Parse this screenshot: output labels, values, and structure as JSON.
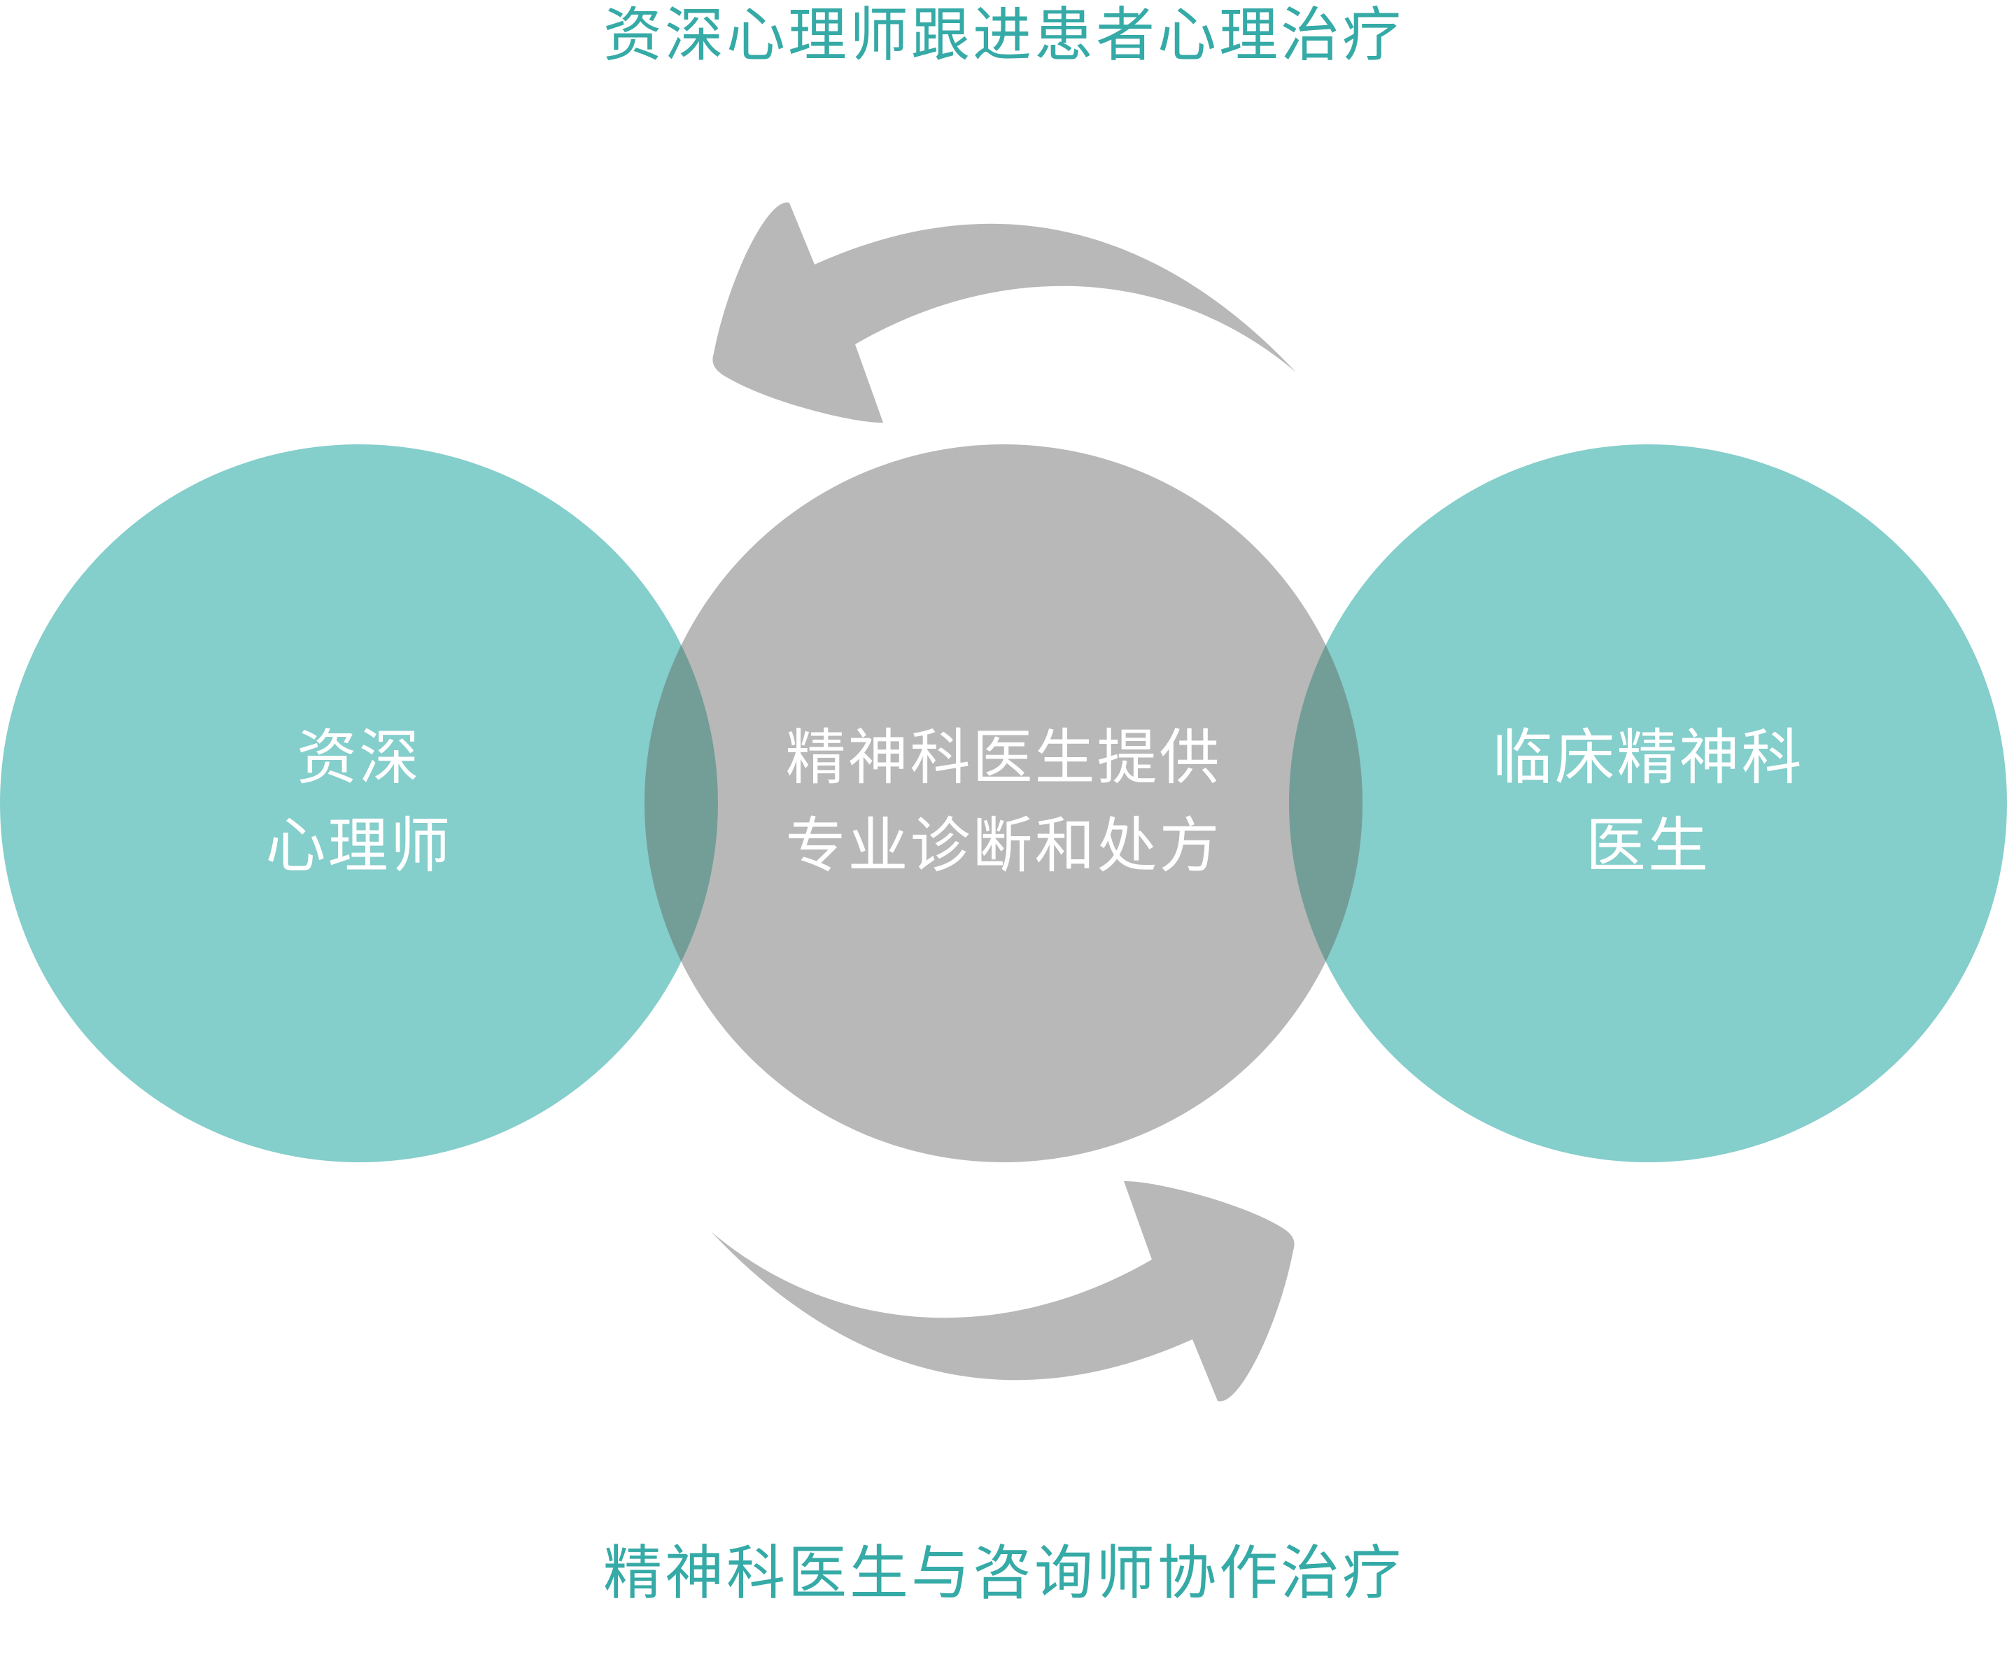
{
  "colors": {
    "teal": "#84cecb",
    "gray": "#b8b8b8",
    "overlap": "#739e97",
    "caption_text": "#35aaa6",
    "circle_text": "#ffffff"
  },
  "captions": {
    "top": "资深心理师跟进患者心理治疗",
    "bottom": "精神科医生与咨询师协作治疗"
  },
  "circles": {
    "left": {
      "line1": "资深",
      "line2": "心理师"
    },
    "center": {
      "line1": "精神科医生提供",
      "line2": "专业诊断和处方"
    },
    "right": {
      "line1": "临床精神科",
      "line2": "医生"
    }
  },
  "arrows": {
    "top": "curved-arrow-left",
    "bottom": "curved-arrow-right"
  }
}
